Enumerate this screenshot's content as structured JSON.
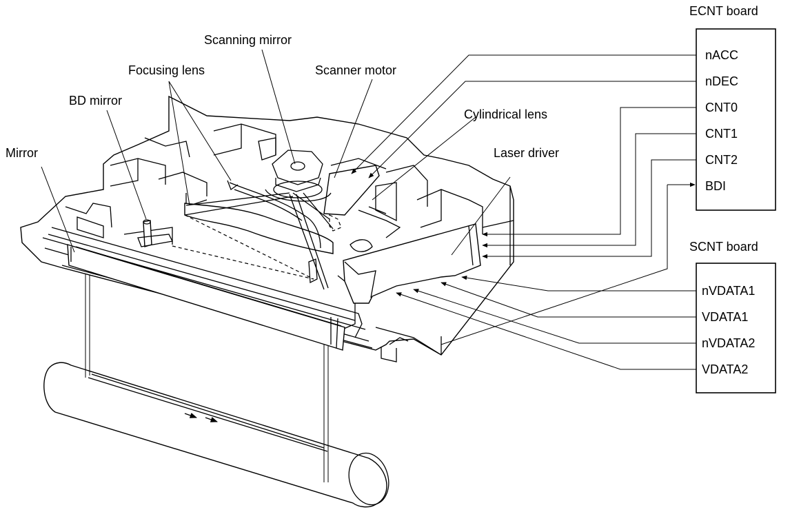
{
  "labels": {
    "scanning_mirror": "Scanning mirror",
    "focusing_lens": "Focusing lens",
    "scanner_motor": "Scanner motor",
    "bd_mirror": "BD mirror",
    "cylindrical_lens": "Cylindrical lens",
    "mirror": "Mirror",
    "laser_driver": "Laser driver"
  },
  "ecnt_board": {
    "title": "ECNT board",
    "signals": [
      "nACC",
      "nDEC",
      "CNT0",
      "CNT1",
      "CNT2",
      "BDI"
    ]
  },
  "scnt_board": {
    "title": "SCNT board",
    "signals": [
      "nVDATA1",
      "VDATA1",
      "nVDATA2",
      "VDATA2"
    ]
  }
}
